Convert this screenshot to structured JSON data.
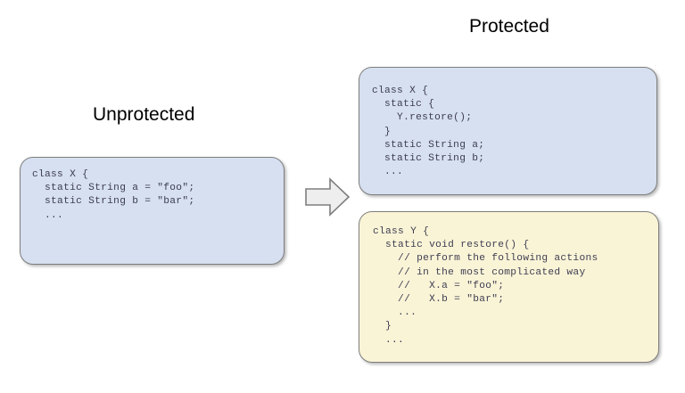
{
  "diagram": {
    "background_color": "#ffffff",
    "titles": {
      "left": "Unprotected",
      "right": "Protected"
    },
    "arrow": {
      "name": "right-block-arrow",
      "fill_color": "#eeeeee",
      "stroke_color": "#7e7e7e",
      "direction": "right"
    },
    "boxes": [
      {
        "id": "unprotected-class-x",
        "group": "Unprotected",
        "fill_color": "#d6e0f0",
        "border_color": "#7e7e7e",
        "text_color": "#3d3d50",
        "code": "class X {\n  static String a = \"foo\";\n  static String b = \"bar\";\n  ..."
      },
      {
        "id": "protected-class-x",
        "group": "Protected",
        "fill_color": "#d6e0f0",
        "border_color": "#7e7e7e",
        "text_color": "#3d3d50",
        "code": "class X {\n  static {\n    Y.restore();\n  }\n  static String a;\n  static String b;\n  ..."
      },
      {
        "id": "protected-class-y",
        "group": "Protected",
        "fill_color": "#faf4d7",
        "border_color": "#7e7e7e",
        "text_color": "#3d3d50",
        "code": "class Y {\n  static void restore() {\n    // perform the following actions\n    // in the most complicated way\n    //   X.a = \"foo\";\n    //   X.b = \"bar\";\n    ...\n  }\n  ..."
      }
    ]
  }
}
